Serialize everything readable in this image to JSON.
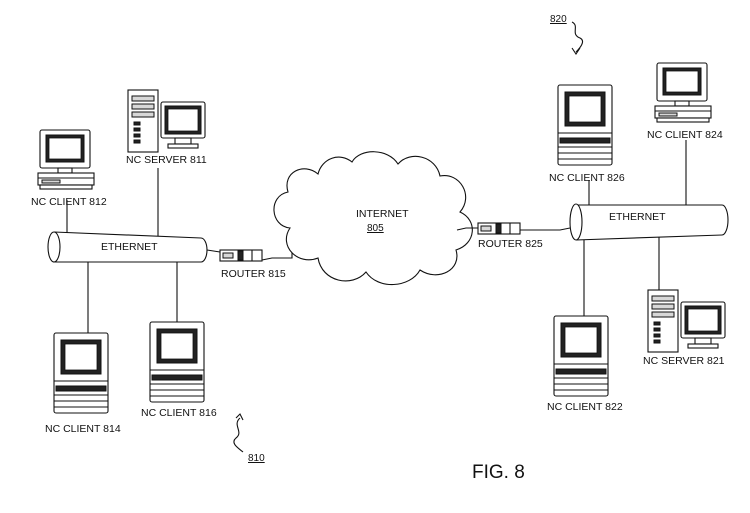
{
  "figure_label": "FIG. 8",
  "internet": {
    "label": "INTERNET",
    "ref": "805"
  },
  "networks": {
    "left": {
      "ref": "810",
      "ethernet_label": "ETHERNET",
      "router": "ROUTER 815",
      "server": "NC SERVER 811",
      "clients": [
        "NC CLIENT 812",
        "NC CLIENT 814",
        "NC CLIENT 816"
      ]
    },
    "right": {
      "ref": "820",
      "ethernet_label": "ETHERNET",
      "router": "ROUTER 825",
      "server": "NC SERVER 821",
      "clients": [
        "NC CLIENT 824",
        "NC CLIENT 826",
        "NC CLIENT 822"
      ]
    }
  },
  "icons": {
    "desktop": "desktop-computer-icon",
    "tower": "tower-computer-icon",
    "server": "server-tower-icon",
    "router": "router-icon"
  }
}
